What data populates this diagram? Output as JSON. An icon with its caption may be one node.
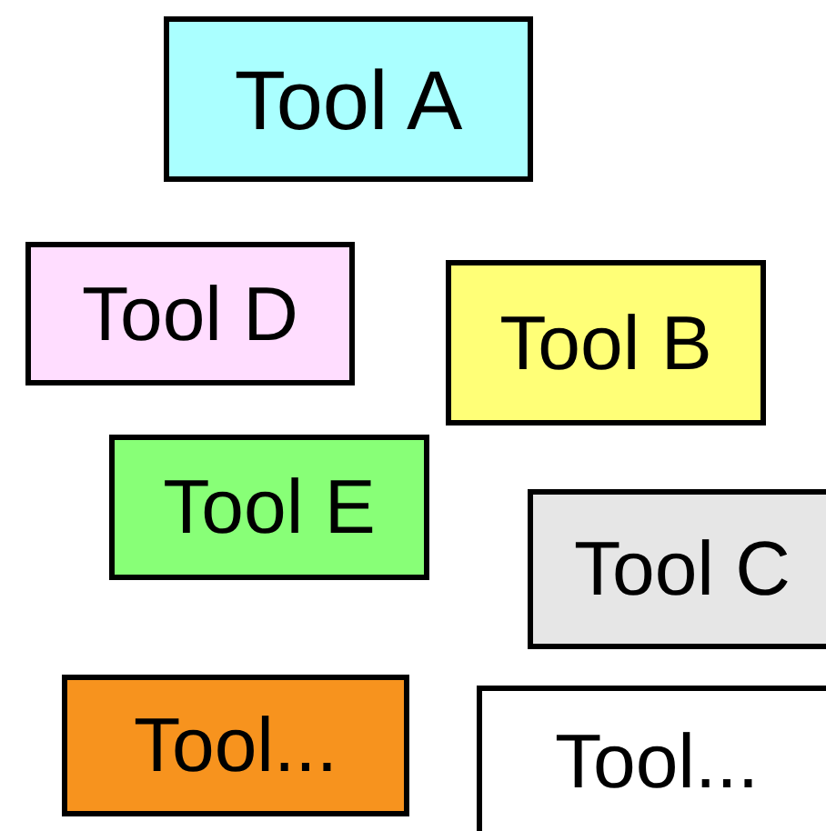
{
  "diagram": {
    "nodes": [
      {
        "text": [
          "Tool A"
        ]
      },
      {
        "text": [
          "Tool D"
        ]
      },
      {
        "text": [
          "Tool B"
        ]
      },
      {
        "text": [
          "Tool E"
        ]
      },
      {
        "text": [
          "Tool C"
        ]
      },
      {
        "text": [
          "Tool..."
        ]
      },
      {
        "text": [
          "Tool..."
        ]
      }
    ]
  }
}
